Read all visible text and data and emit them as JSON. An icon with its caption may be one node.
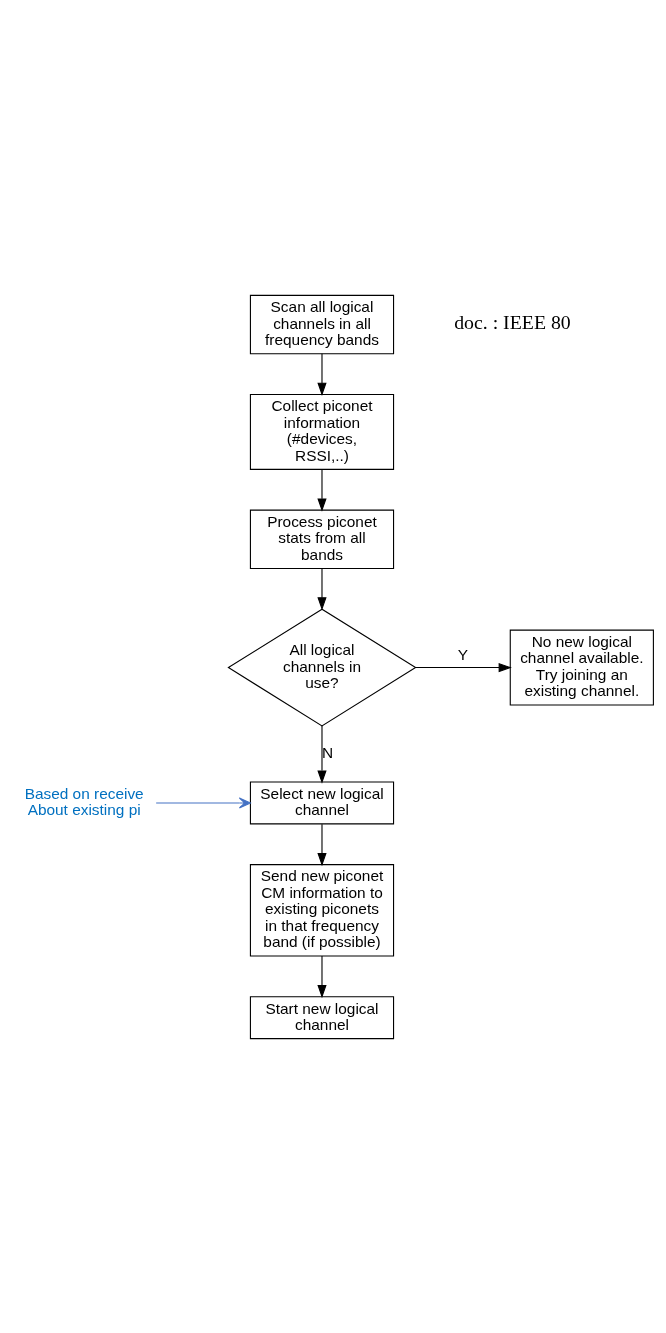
{
  "diagram": {
    "nodes": [
      {
        "text": [
          "Scan all logical channels in all frequency bands"
        ]
      },
      {
        "text": [
          "Collect piconet information (#devices, RSSI,..)"
        ]
      },
      {
        "text": [
          "Process piconet stats from all bands"
        ]
      },
      {
        "text": [
          "All logical channels in use?"
        ]
      },
      {
        "text": [
          "No new logical channel available. Try joining an existing channel."
        ]
      },
      {
        "text": [
          "Select new logical channel"
        ]
      },
      {
        "text": [
          "Send new piconet CM information to existing piconets in that frequency band (if possible)"
        ]
      },
      {
        "text": [
          "Start new logical channel"
        ]
      },
      {
        "text": [
          "Based on receive About existing pi"
        ]
      }
    ],
    "edges": [
      {
        "from": 0,
        "to": 1,
        "arrow": "to"
      },
      {
        "from": 1,
        "to": 2,
        "arrow": "to"
      },
      {
        "from": 2,
        "to": 3,
        "arrow": "to"
      },
      {
        "from": 3,
        "to": 4,
        "arrow": "to",
        "label": "Y"
      },
      {
        "from": 3,
        "to": 5,
        "arrow": "to",
        "label": "N"
      },
      {
        "from": 5,
        "to": 6,
        "arrow": "to"
      },
      {
        "from": 6,
        "to": 7,
        "arrow": "to"
      },
      {
        "from": 8,
        "to": 5,
        "arrow": "to",
        "color": "#4472c4"
      }
    ],
    "labels": [
      "doc. : IEEE 80"
    ]
  }
}
